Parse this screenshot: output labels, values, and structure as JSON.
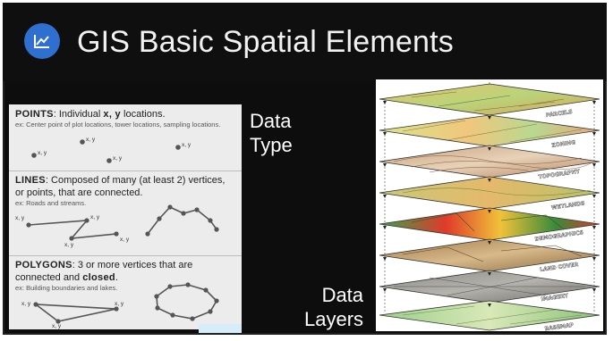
{
  "title": "GIS Basic Spatial Elements",
  "icon": "chart-line-icon",
  "accent_color": "#2f6fcf",
  "labels": {
    "data_type": [
      "Data",
      "Type"
    ],
    "data_layers": [
      "Data",
      "Layers"
    ]
  },
  "points": {
    "heading": "POINTS",
    "desc_pre": ": Individual ",
    "desc_bold": "x, y",
    "desc_post": " locations.",
    "example": "ex: Center point of plot locations, tower locations, sampling locations.",
    "point_label": "x, y"
  },
  "lines": {
    "heading": "LINES",
    "desc": ": Composed of many (at least 2) vertices, or points, that are connected.",
    "example": "ex: Roads and streams."
  },
  "polygons": {
    "heading": "POLYGONS",
    "desc_pre": ": 3 or more vertices that are connected and ",
    "desc_bold": "closed",
    "desc_post": ".",
    "example": "ex: Building boundaries and lakes."
  },
  "layers": [
    "PARCELS",
    "ZONING",
    "TOPOGRAPHY",
    "WETLANDS",
    "DEMOGRAPHICS",
    "LAND COVER",
    "IMAGERY",
    "BASEMAP"
  ]
}
